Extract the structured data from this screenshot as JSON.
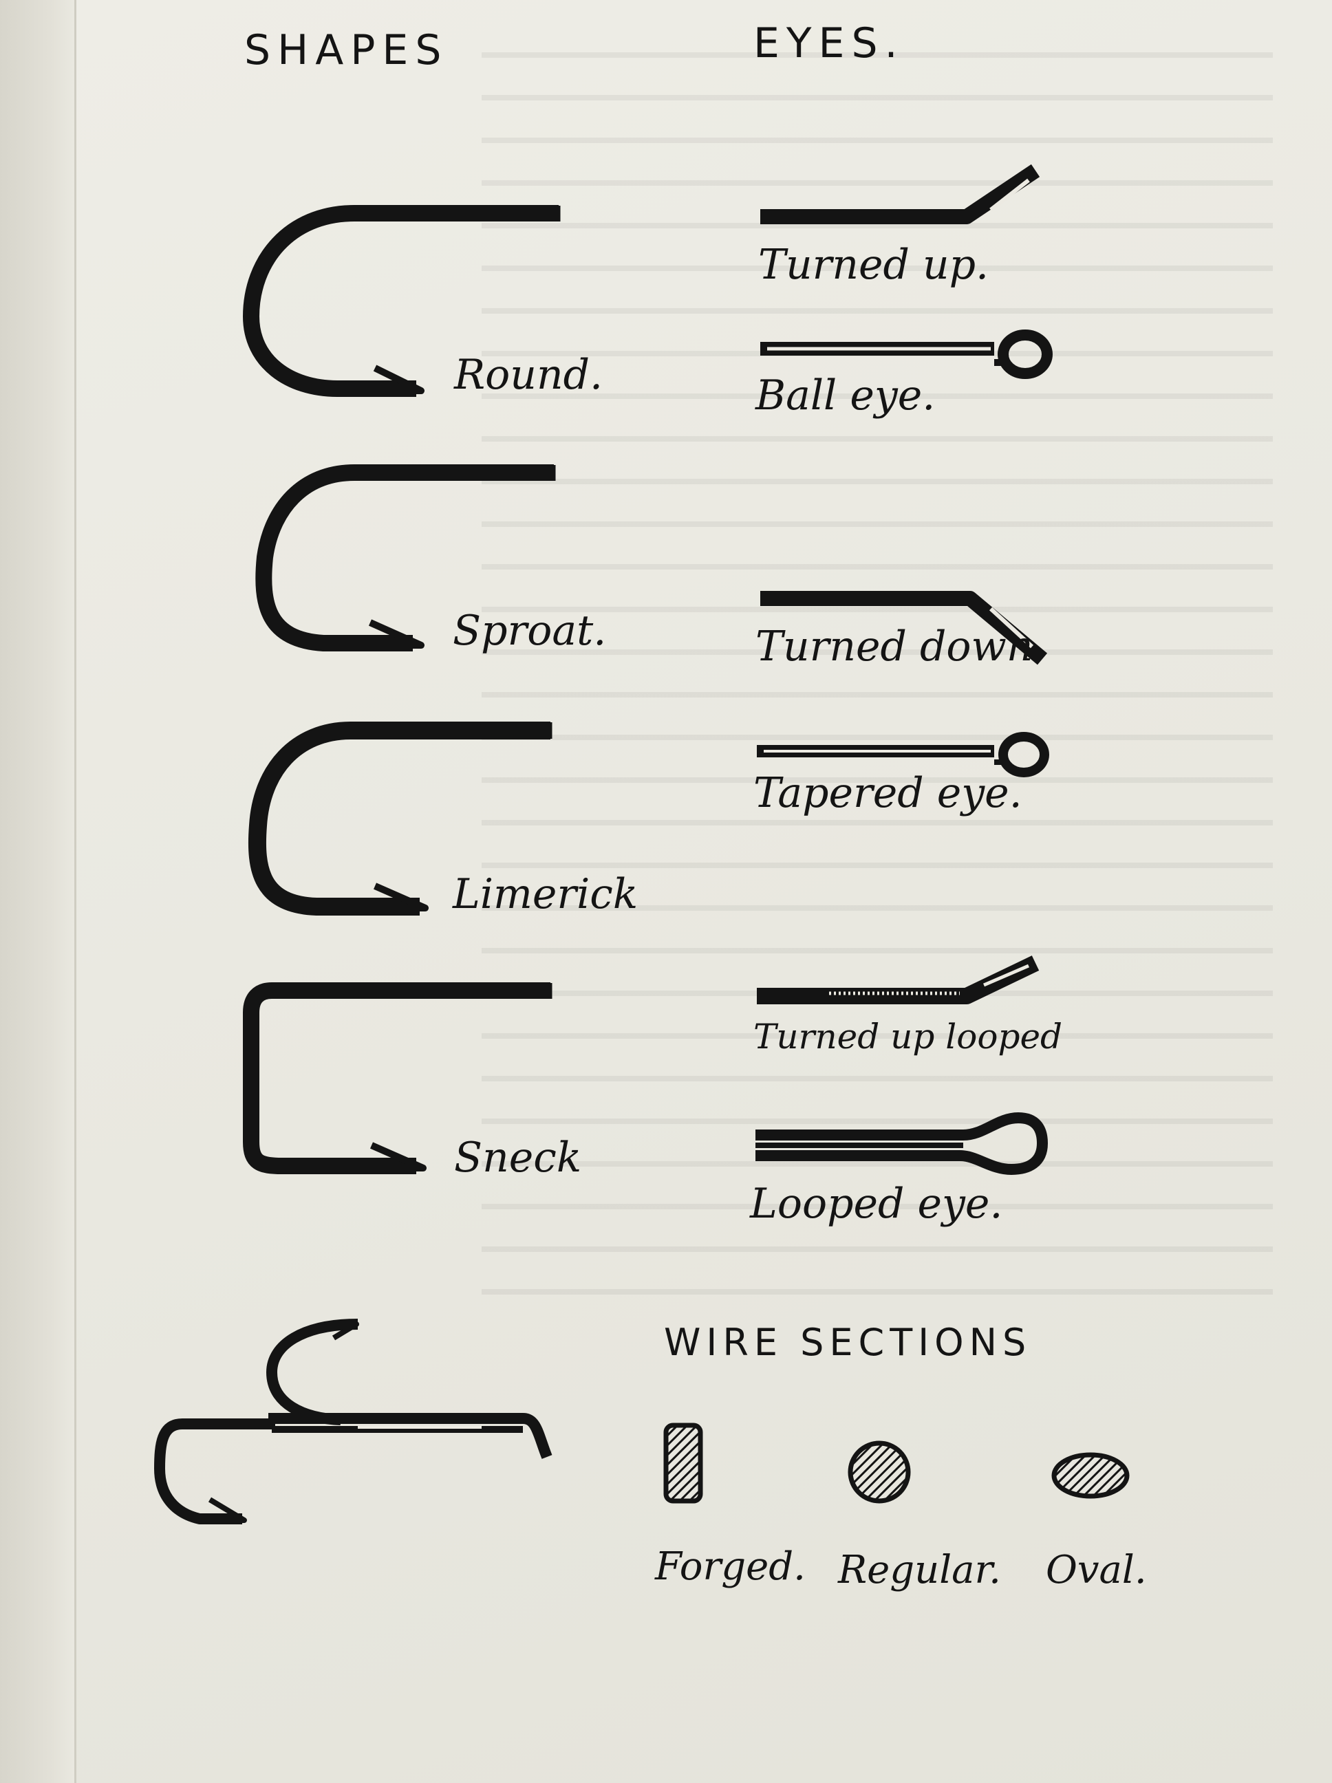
{
  "headings": {
    "shapes": "SHAPES",
    "eyes": "EYES.",
    "wire_sections": "WIRE  SECTIONS"
  },
  "shapes": [
    {
      "label": "Round."
    },
    {
      "label": "Sproat."
    },
    {
      "label": "Limerick"
    },
    {
      "label": "Sneck"
    }
  ],
  "eyes": [
    {
      "label": "Turned up."
    },
    {
      "label": "Ball eye."
    },
    {
      "label": "Turned down"
    },
    {
      "label": "Tapered eye."
    },
    {
      "label": "Turned up looped"
    },
    {
      "label": "Looped eye."
    }
  ],
  "wire_sections": [
    {
      "label": "Forged."
    },
    {
      "label": "Regular."
    },
    {
      "label": "Oval."
    }
  ],
  "colors": {
    "ink": "#141414",
    "paper": "#eceae2"
  }
}
